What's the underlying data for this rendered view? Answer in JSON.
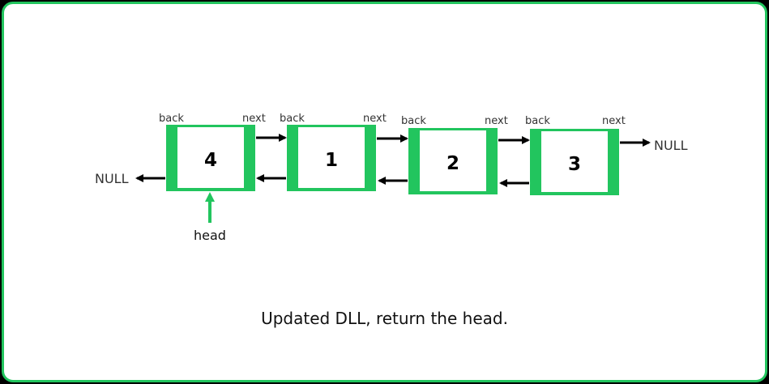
{
  "colors": {
    "accent": "#22c55e",
    "arrow": "#000000",
    "text": "#111111"
  },
  "diagram": {
    "nodes": [
      {
        "value": "4",
        "back_label": "back",
        "next_label": "next"
      },
      {
        "value": "1",
        "back_label": "back",
        "next_label": "next"
      },
      {
        "value": "2",
        "back_label": "back",
        "next_label": "next"
      },
      {
        "value": "3",
        "back_label": "back",
        "next_label": "next"
      }
    ],
    "left_null": "NULL",
    "right_null": "NULL",
    "head_label": "head"
  },
  "caption": "Updated DLL, return the head."
}
